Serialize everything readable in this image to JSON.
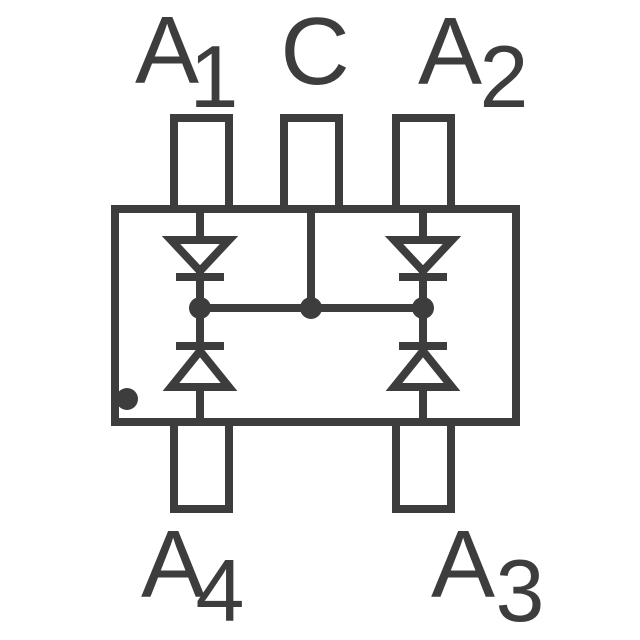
{
  "diagram_title": "Quad diode array schematic, common cathode, 5-pin package",
  "colors": {
    "line": "#3d3d3d",
    "background": "#ffffff"
  },
  "labels": {
    "top": [
      {
        "base": "A",
        "sub": "1"
      },
      {
        "base": "C",
        "sub": ""
      },
      {
        "base": "A",
        "sub": "2"
      }
    ],
    "bottom": [
      {
        "base": "A",
        "sub": "4"
      },
      {
        "base": "A",
        "sub": "3"
      }
    ]
  },
  "schematic": {
    "package": "rectangular body with 3 top leads, 2 bottom leads and pin-1 indicator dot at lower left",
    "common_node": "C",
    "diodes": [
      {
        "anode": "A1",
        "cathode": "C"
      },
      {
        "anode": "A2",
        "cathode": "C"
      },
      {
        "anode": "A4",
        "cathode": "C"
      },
      {
        "anode": "A3",
        "cathode": "C"
      }
    ]
  }
}
